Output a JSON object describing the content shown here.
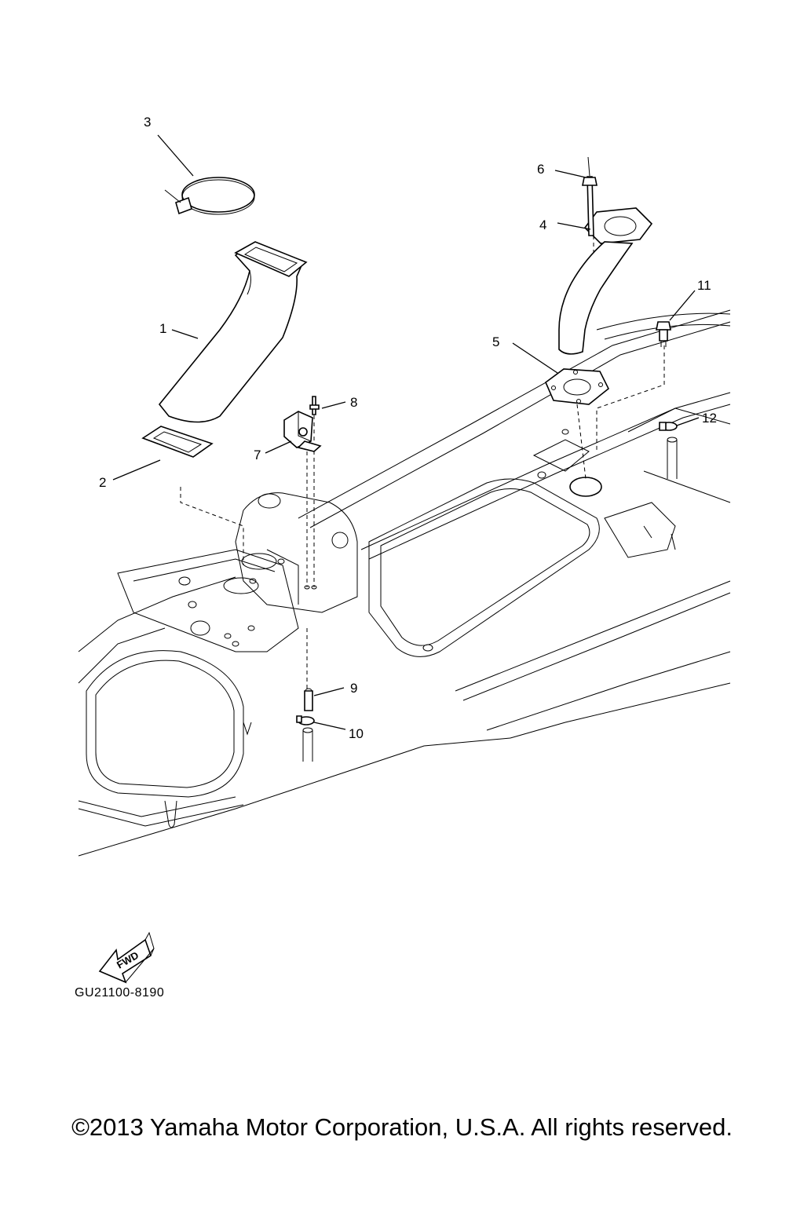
{
  "diagram": {
    "callouts": [
      {
        "id": "1",
        "text": "1"
      },
      {
        "id": "2",
        "text": "2"
      },
      {
        "id": "3",
        "text": "3"
      },
      {
        "id": "4",
        "text": "4"
      },
      {
        "id": "5",
        "text": "5"
      },
      {
        "id": "6",
        "text": "6"
      },
      {
        "id": "7",
        "text": "7"
      },
      {
        "id": "8",
        "text": "8"
      },
      {
        "id": "9",
        "text": "9"
      },
      {
        "id": "10",
        "text": "10"
      },
      {
        "id": "11",
        "text": "11"
      },
      {
        "id": "12",
        "text": "12"
      }
    ],
    "fwd_label": "FWD",
    "diagram_code": "GU21100-8190"
  },
  "footer": {
    "copyright": "©2013 Yamaha Motor Corporation, U.S.A. All rights reserved."
  }
}
